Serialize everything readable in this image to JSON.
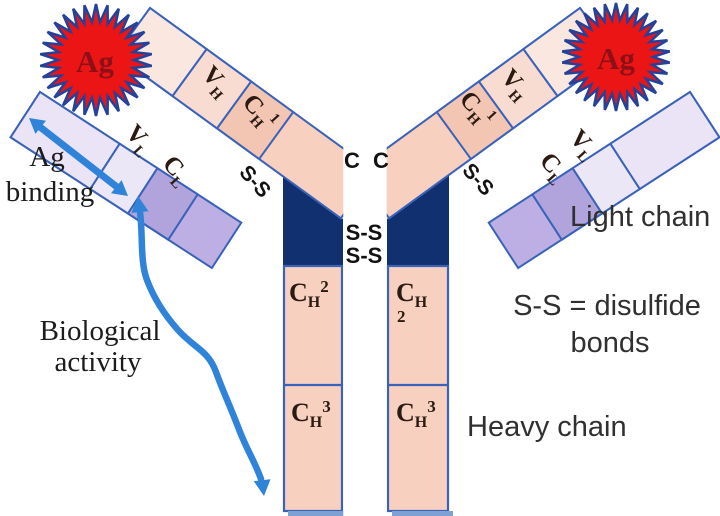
{
  "figure": {
    "title_hint": "Antibody (immunoglobulin) structure diagram",
    "antigens": {
      "left": "Ag",
      "right": "Ag"
    },
    "heavy_chain_domains": {
      "vh": {
        "main": "V",
        "sub": "H"
      },
      "ch1": {
        "main": "C",
        "sub": "H",
        "sup": "1"
      },
      "ch2": {
        "main": "C",
        "sub": "H",
        "sup": "2"
      },
      "ch3": {
        "main": "C",
        "sub": "H",
        "sup": "3"
      }
    },
    "light_chain_domains": {
      "vl": {
        "main": "V",
        "sub": "L"
      },
      "cl": {
        "main": "C",
        "sub": "L"
      }
    },
    "bonds": {
      "hinge_bond_left": "S-S",
      "hinge_bond_right": "S-S",
      "inter_heavy_bond_1": "S-S",
      "inter_heavy_bond_2": "S-S",
      "terminus_left": "C",
      "terminus_right": "C"
    },
    "annotations": {
      "ag_binding_line1": "Ag",
      "ag_binding_line2": "binding",
      "biological_activity_line1": "Biological",
      "biological_activity_line2": "activity",
      "light_chain": "Light chain",
      "heavy_chain": "Heavy chain",
      "disulfide_line1": "S-S = disulfide",
      "disulfide_line2": "bonds"
    },
    "colors": {
      "antigen_fill": "#ec1515",
      "antigen_stroke": "#24429a",
      "antigen_text": "#8c1016",
      "heavy_pale": "#fae8e0",
      "heavy_vh": "#f8dcd2",
      "heavy_ch1": "#f3c5b3",
      "heavy_stem": "#f7d0c0",
      "light_pale": "#ebe4f6",
      "light_vl": "#ece7f7",
      "light_cl": "#b1a4dd",
      "light_tail": "#bdafe4",
      "hinge_navy": "#10306f",
      "outline_blue": "#3a62b8",
      "arrow_blue": "#2f83d8",
      "bar_shadow": "#7fa0d2",
      "gap_white": "#ffffff"
    }
  }
}
